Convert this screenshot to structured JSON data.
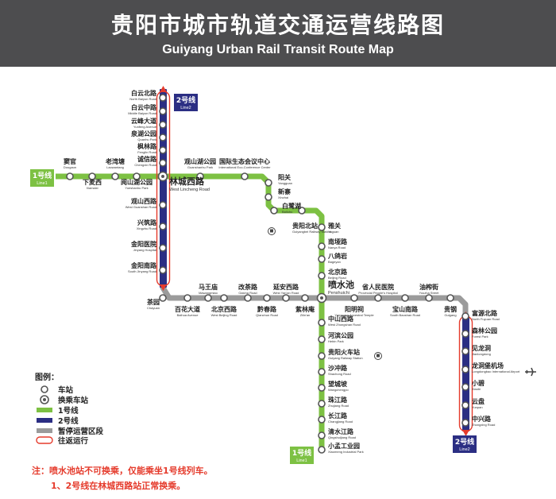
{
  "header": {
    "title_cn": "贵阳市城市轨道交通运营线路图",
    "title_en": "Guiyang Urban Rail Transit Route Map"
  },
  "colors": {
    "line1": "#7dc143",
    "line2": "#2b2e83",
    "suspended": "#9b9b9b",
    "shuttle": "#e53b2c"
  },
  "line_badges": {
    "line1_west": {
      "cn": "1号线",
      "en": "Line1"
    },
    "line1_south": {
      "cn": "1号线",
      "en": "Line1"
    },
    "line2_north": {
      "cn": "2号线",
      "en": "Line2"
    },
    "line2_south": {
      "cn": "2号线",
      "en": "Line2"
    }
  },
  "stations": [
    {
      "cn": "窦官",
      "en": "Dougaun"
    },
    {
      "cn": "下麦西",
      "en": "Xiamaixi"
    },
    {
      "cn": "老湾塘",
      "en": "Laowantang"
    },
    {
      "cn": "阅山湖公园",
      "en": "Yueshanhu Park"
    },
    {
      "cn": "林城西路",
      "en": "West Lincheng Road"
    },
    {
      "cn": "观山湖公园",
      "en": "Guanshanhu Park"
    },
    {
      "cn": "国际生态会议中心",
      "en": "International Eco-Conference Center"
    },
    {
      "cn": "阳关",
      "en": "Yangguan"
    },
    {
      "cn": "新寨",
      "en": "Xinzhai"
    },
    {
      "cn": "白鹭湖",
      "en": "Bailuhu"
    },
    {
      "cn": "贵阳北站",
      "en": "Guiyangbei Railway Station"
    },
    {
      "cn": "雅关",
      "en": "Yaguan"
    },
    {
      "cn": "南垭路",
      "en": "Nanya Road"
    },
    {
      "cn": "八鸽岩",
      "en": "Bageyan"
    },
    {
      "cn": "北京路",
      "en": "Beijing Road"
    },
    {
      "cn": "喷水池",
      "en": "Penshuichi"
    },
    {
      "cn": "中山西路",
      "en": "West Zhongshan Road"
    },
    {
      "cn": "河滨公园",
      "en": "Hebin Park"
    },
    {
      "cn": "贵阳火车站",
      "en": "Guiyang Railway Station"
    },
    {
      "cn": "沙冲路",
      "en": "Shachong Road"
    },
    {
      "cn": "望城坡",
      "en": "Wangchengpo"
    },
    {
      "cn": "珠江路",
      "en": "Zhujiang Road"
    },
    {
      "cn": "长江路",
      "en": "Changjiang Road"
    },
    {
      "cn": "清水江路",
      "en": "Qingshuijiang Road"
    },
    {
      "cn": "小孟工业园",
      "en": "Xiaomeng Industrial Park"
    },
    {
      "cn": "白云北路",
      "en": "North Baiyun Road"
    },
    {
      "cn": "白云中路",
      "en": "Middle Baiyun Road"
    },
    {
      "cn": "云峰大道",
      "en": "Yunfeng Avenue"
    },
    {
      "cn": "泉湖公园",
      "en": "Quanhu Park"
    },
    {
      "cn": "枫林路",
      "en": "Fenglin Road"
    },
    {
      "cn": "诚信路",
      "en": "Chengxin Road"
    },
    {
      "cn": "观山西路",
      "en": "West Guanshan Road"
    },
    {
      "cn": "兴筑路",
      "en": "Xingzhu Road"
    },
    {
      "cn": "金阳医院",
      "en": "Jinyang Hospital"
    },
    {
      "cn": "金阳南路",
      "en": "South Jinyang Road"
    },
    {
      "cn": "茶园",
      "en": "Chayuan"
    },
    {
      "cn": "百花大道",
      "en": "Baihua Avenue"
    },
    {
      "cn": "马王庙",
      "en": "Mawangmiao"
    },
    {
      "cn": "北京西路",
      "en": "West Beijing Road"
    },
    {
      "cn": "改茶路",
      "en": "Gaicha Road"
    },
    {
      "cn": "黔春路",
      "en": "Qianchun Road"
    },
    {
      "cn": "延安西路",
      "en": "West Yan'an Road"
    },
    {
      "cn": "紫林庵",
      "en": "Zilin'an"
    },
    {
      "cn": "阳明祠",
      "en": "Yangming Ancestral Temple"
    },
    {
      "cn": "省人民医院",
      "en": "Provincial People's Hospital"
    },
    {
      "cn": "宝山南路",
      "en": "South Baoshan Road"
    },
    {
      "cn": "油榨街",
      "en": "Youzha Street"
    },
    {
      "cn": "贵钢",
      "en": "Guigang"
    },
    {
      "cn": "富源北路",
      "en": "North Fuyuan Road"
    },
    {
      "cn": "森林公园",
      "en": "Forest Park"
    },
    {
      "cn": "见龙洞",
      "en": "Jianlongdong"
    },
    {
      "cn": "龙洞堡机场",
      "en": "Longdongbao International Airport"
    },
    {
      "cn": "小碧",
      "en": "Xiaobi"
    },
    {
      "cn": "云盘",
      "en": "Yunpan"
    },
    {
      "cn": "中兴路",
      "en": "Zhongxing Road"
    }
  ],
  "legend": {
    "title": "图例：",
    "items": [
      {
        "key": "station",
        "label": "车站"
      },
      {
        "key": "interchange",
        "label": "换乘车站"
      },
      {
        "key": "line1",
        "label": "1号线"
      },
      {
        "key": "line2",
        "label": "2号线"
      },
      {
        "key": "suspended",
        "label": "暂停运营区段"
      },
      {
        "key": "shuttle",
        "label": "往返运行"
      }
    ]
  },
  "notes": [
    "注：喷水池站不可换乘，仅能乘坐1号线列车。",
    "1、2号线在林城西路站正常换乘。"
  ]
}
